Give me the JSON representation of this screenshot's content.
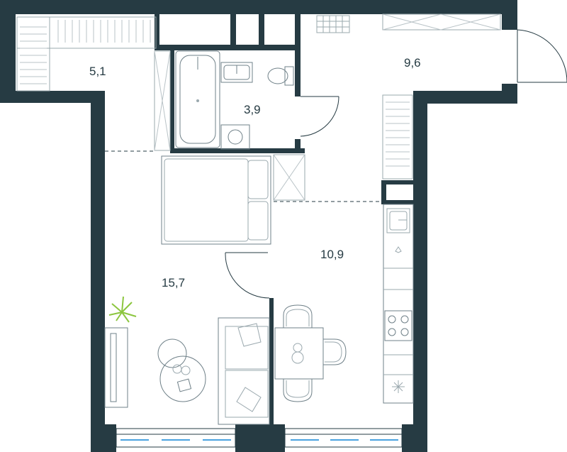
{
  "rooms": [
    {
      "id": "storage",
      "area": "5,1"
    },
    {
      "id": "entrance-hall",
      "area": "9,6"
    },
    {
      "id": "bathroom",
      "area": "3,9"
    },
    {
      "id": "kitchen",
      "area": "10,9"
    },
    {
      "id": "living-room",
      "area": "15,7"
    }
  ],
  "colors": {
    "wall": "#263b43",
    "fixture": "#9aa8ae",
    "window": "#4aa3e0",
    "plant": "#8cc63f",
    "background": "#ffffff"
  },
  "icons": [
    "bathtub-icon",
    "sink-icon",
    "toilet-icon",
    "washing-machine-icon",
    "double-bed-icon",
    "sofa-icon",
    "dining-table-icon",
    "round-table-icon",
    "plant-icon",
    "tv-stand-icon",
    "cooktop-icon",
    "kitchen-sink-icon",
    "wardrobe-icon",
    "entrance-door-icon"
  ]
}
